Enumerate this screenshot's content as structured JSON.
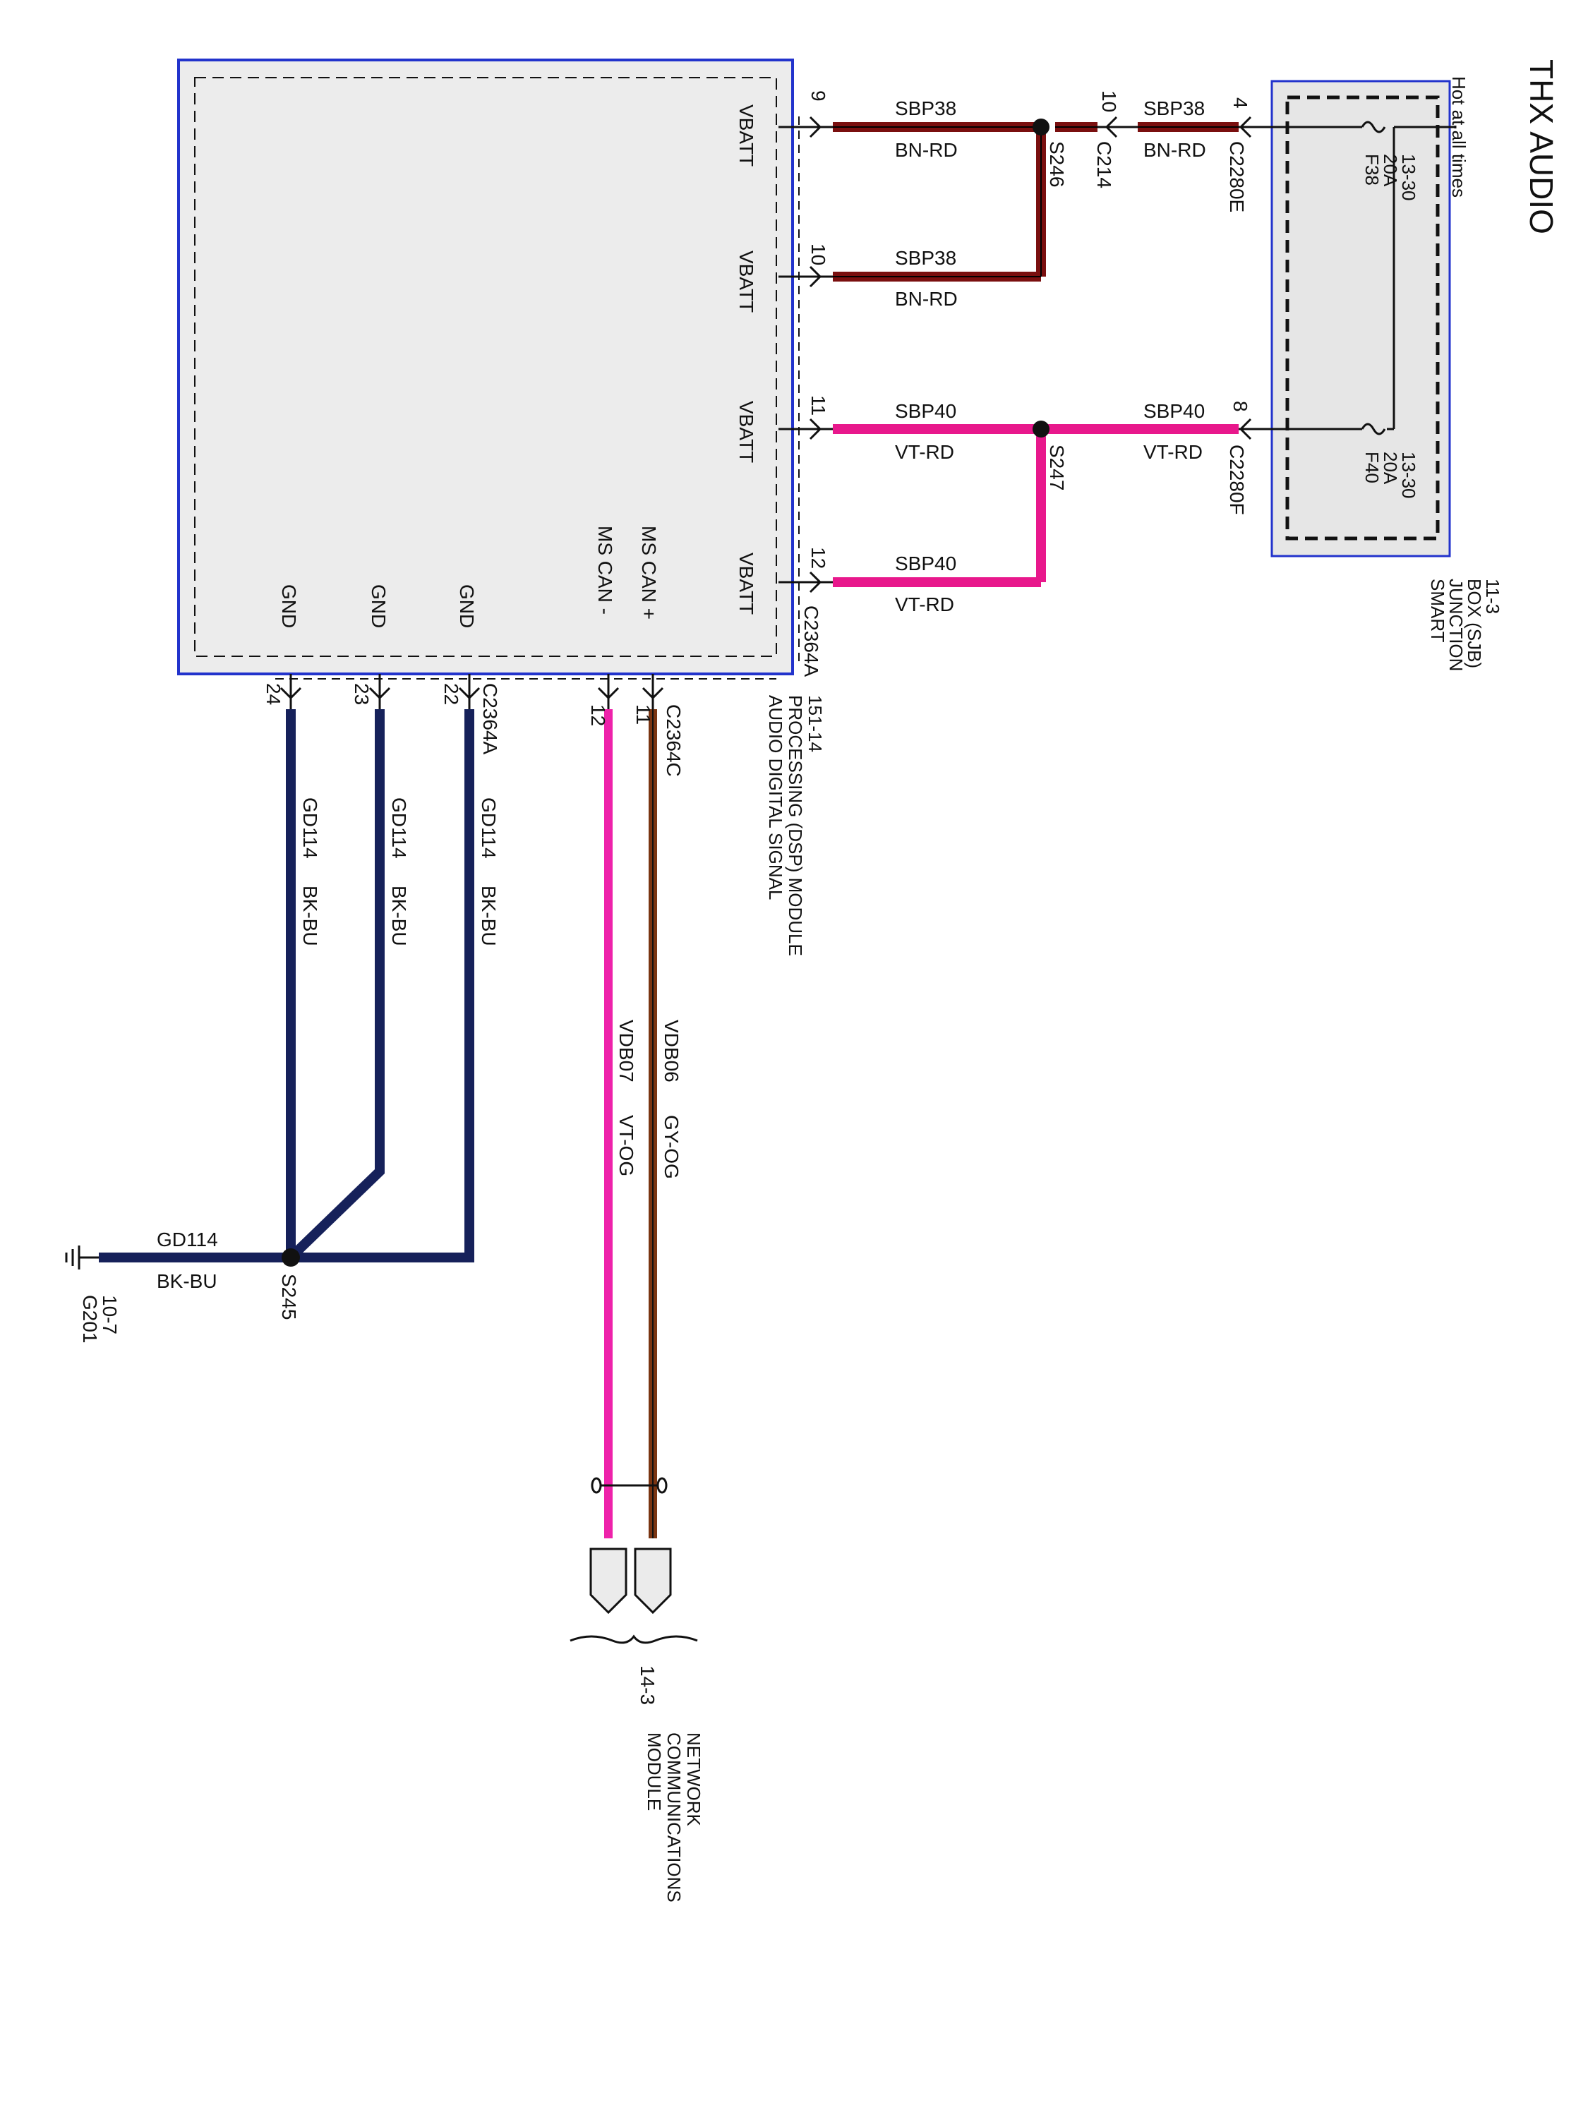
{
  "title": "THX AUDIO",
  "hot_label": "Hot at all times",
  "colors": {
    "bn_rd": "#7a0f0f",
    "vt_rd": "#e8188c",
    "bk_bu": "#16215a",
    "vt_og": "#ee22aa",
    "gy_og": "#7a3512",
    "module_border": "#2233cc",
    "module_fill": "#ececec"
  },
  "sjb": {
    "label_lines": [
      "SMART",
      "JUNCTION",
      "BOX (SJB)",
      "11-3"
    ],
    "fuses": [
      {
        "id": "F38",
        "lines": [
          "F38",
          "20A",
          "13-30"
        ]
      },
      {
        "id": "F40",
        "lines": [
          "F40",
          "20A",
          "13-30"
        ]
      }
    ]
  },
  "module": {
    "label_lines": [
      "AUDIO DIGITAL SIGNAL",
      "PROCESSING (DSP) MODULE",
      "151-14"
    ],
    "pins": [
      "VBATT",
      "VBATT",
      "VBATT",
      "VBATT",
      "MS CAN +",
      "MS CAN -",
      "GND",
      "GND",
      "GND"
    ],
    "connectors": [
      "C2364A",
      "C2364C",
      "C2364A"
    ]
  },
  "splices": [
    "S246",
    "S247",
    "S245"
  ],
  "connectors": [
    "C214",
    "C2280E",
    "C2280F"
  ],
  "pin_numbers": {
    "top_vbatt": [
      "9",
      "10",
      "11",
      "12"
    ],
    "c214": "10",
    "c2280e": "4",
    "c2280f": "8",
    "can": [
      "11",
      "12"
    ],
    "gnd": [
      "22",
      "23",
      "24"
    ]
  },
  "wires": {
    "sbp38": {
      "circuit": "SBP38",
      "color": "BN-RD"
    },
    "sbp40": {
      "circuit": "SBP40",
      "color": "VT-RD"
    },
    "gd114": {
      "circuit": "GD114",
      "color": "BK-BU"
    },
    "vdb06": {
      "circuit": "VDB06",
      "color": "GY-OG"
    },
    "vdb07": {
      "circuit": "VDB07",
      "color": "VT-OG"
    }
  },
  "ground": {
    "id": "G201",
    "ref": "10-7"
  },
  "network": {
    "ref": "14-3",
    "label_lines": [
      "MODULE",
      "COMMUNICATIONS",
      "NETWORK"
    ]
  }
}
